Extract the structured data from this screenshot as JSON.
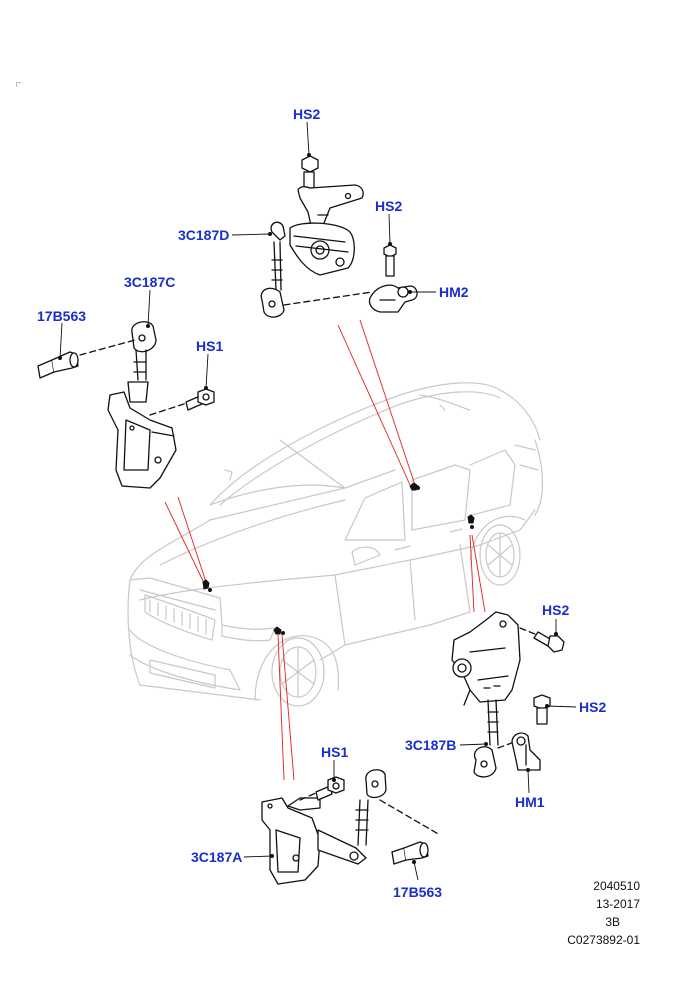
{
  "callouts": {
    "hs2_top": "HS2",
    "c187d": "3C187D",
    "hs2_mid": "HS2",
    "hm2": "HM2",
    "c187c": "3C187C",
    "b563_left": "17B563",
    "hs1_left": "HS1",
    "hs2_right": "HS2",
    "hs2_right_low": "HS2",
    "c187b": "3C187B",
    "hm1": "HM1",
    "hs1_bottom": "HS1",
    "c187a": "3C187A",
    "b563_bottom": "17B563"
  },
  "reference": {
    "line1": "2040510",
    "line2": "13-2017",
    "line3": "3B",
    "line4": "C0273892-01"
  },
  "colors": {
    "callout_text": "#1a2ecc",
    "part_outline": "#111111",
    "vehicle_outline": "#c8c8c8",
    "leader_red": "#e02020"
  }
}
